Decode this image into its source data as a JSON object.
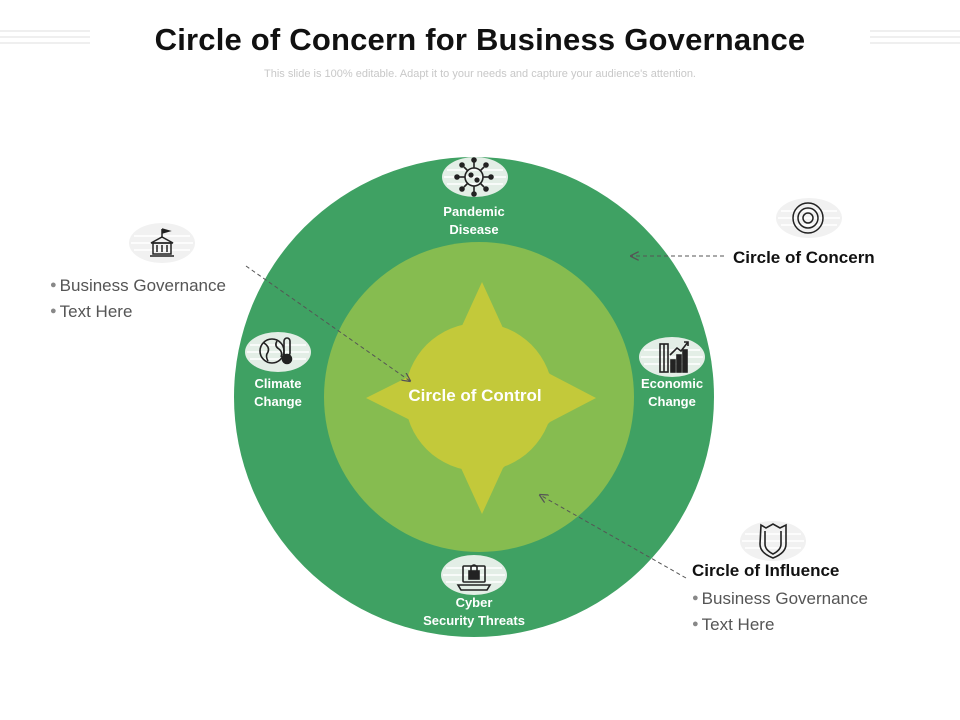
{
  "title": "Circle of Concern for Business Governance",
  "subtitle": "This slide is 100% editable. Adapt it to your needs and capture your audience's attention.",
  "colors": {
    "outer_circle": "#3fa163",
    "middle_circle": "#86bc50",
    "center_star": "#c3c93a",
    "icon_badge": "#e3eee6",
    "arrow": "#555555"
  },
  "diagram": {
    "center_label": "Circle of Control",
    "ring_items": [
      {
        "label_line1": "Pandemic",
        "label_line2": "Disease",
        "icon": "virus-icon"
      },
      {
        "label_line1": "Climate",
        "label_line2": "Change",
        "icon": "globe-thermometer-icon"
      },
      {
        "label_line1": "Economic",
        "label_line2": "Change",
        "icon": "growth-chart-icon"
      },
      {
        "label_line1": "Cyber",
        "label_line2": "Security Threats",
        "icon": "laptop-lock-icon"
      }
    ]
  },
  "callouts": {
    "left": {
      "icon": "building-icon",
      "bullets": [
        "Business Governance",
        "Text Here"
      ]
    },
    "concern": {
      "icon": "target-icon",
      "title": "Circle of Concern"
    },
    "influence": {
      "icon": "shield-icon",
      "title": "Circle of Influence",
      "bullets": [
        "Business Governance",
        "Text Here"
      ]
    }
  }
}
